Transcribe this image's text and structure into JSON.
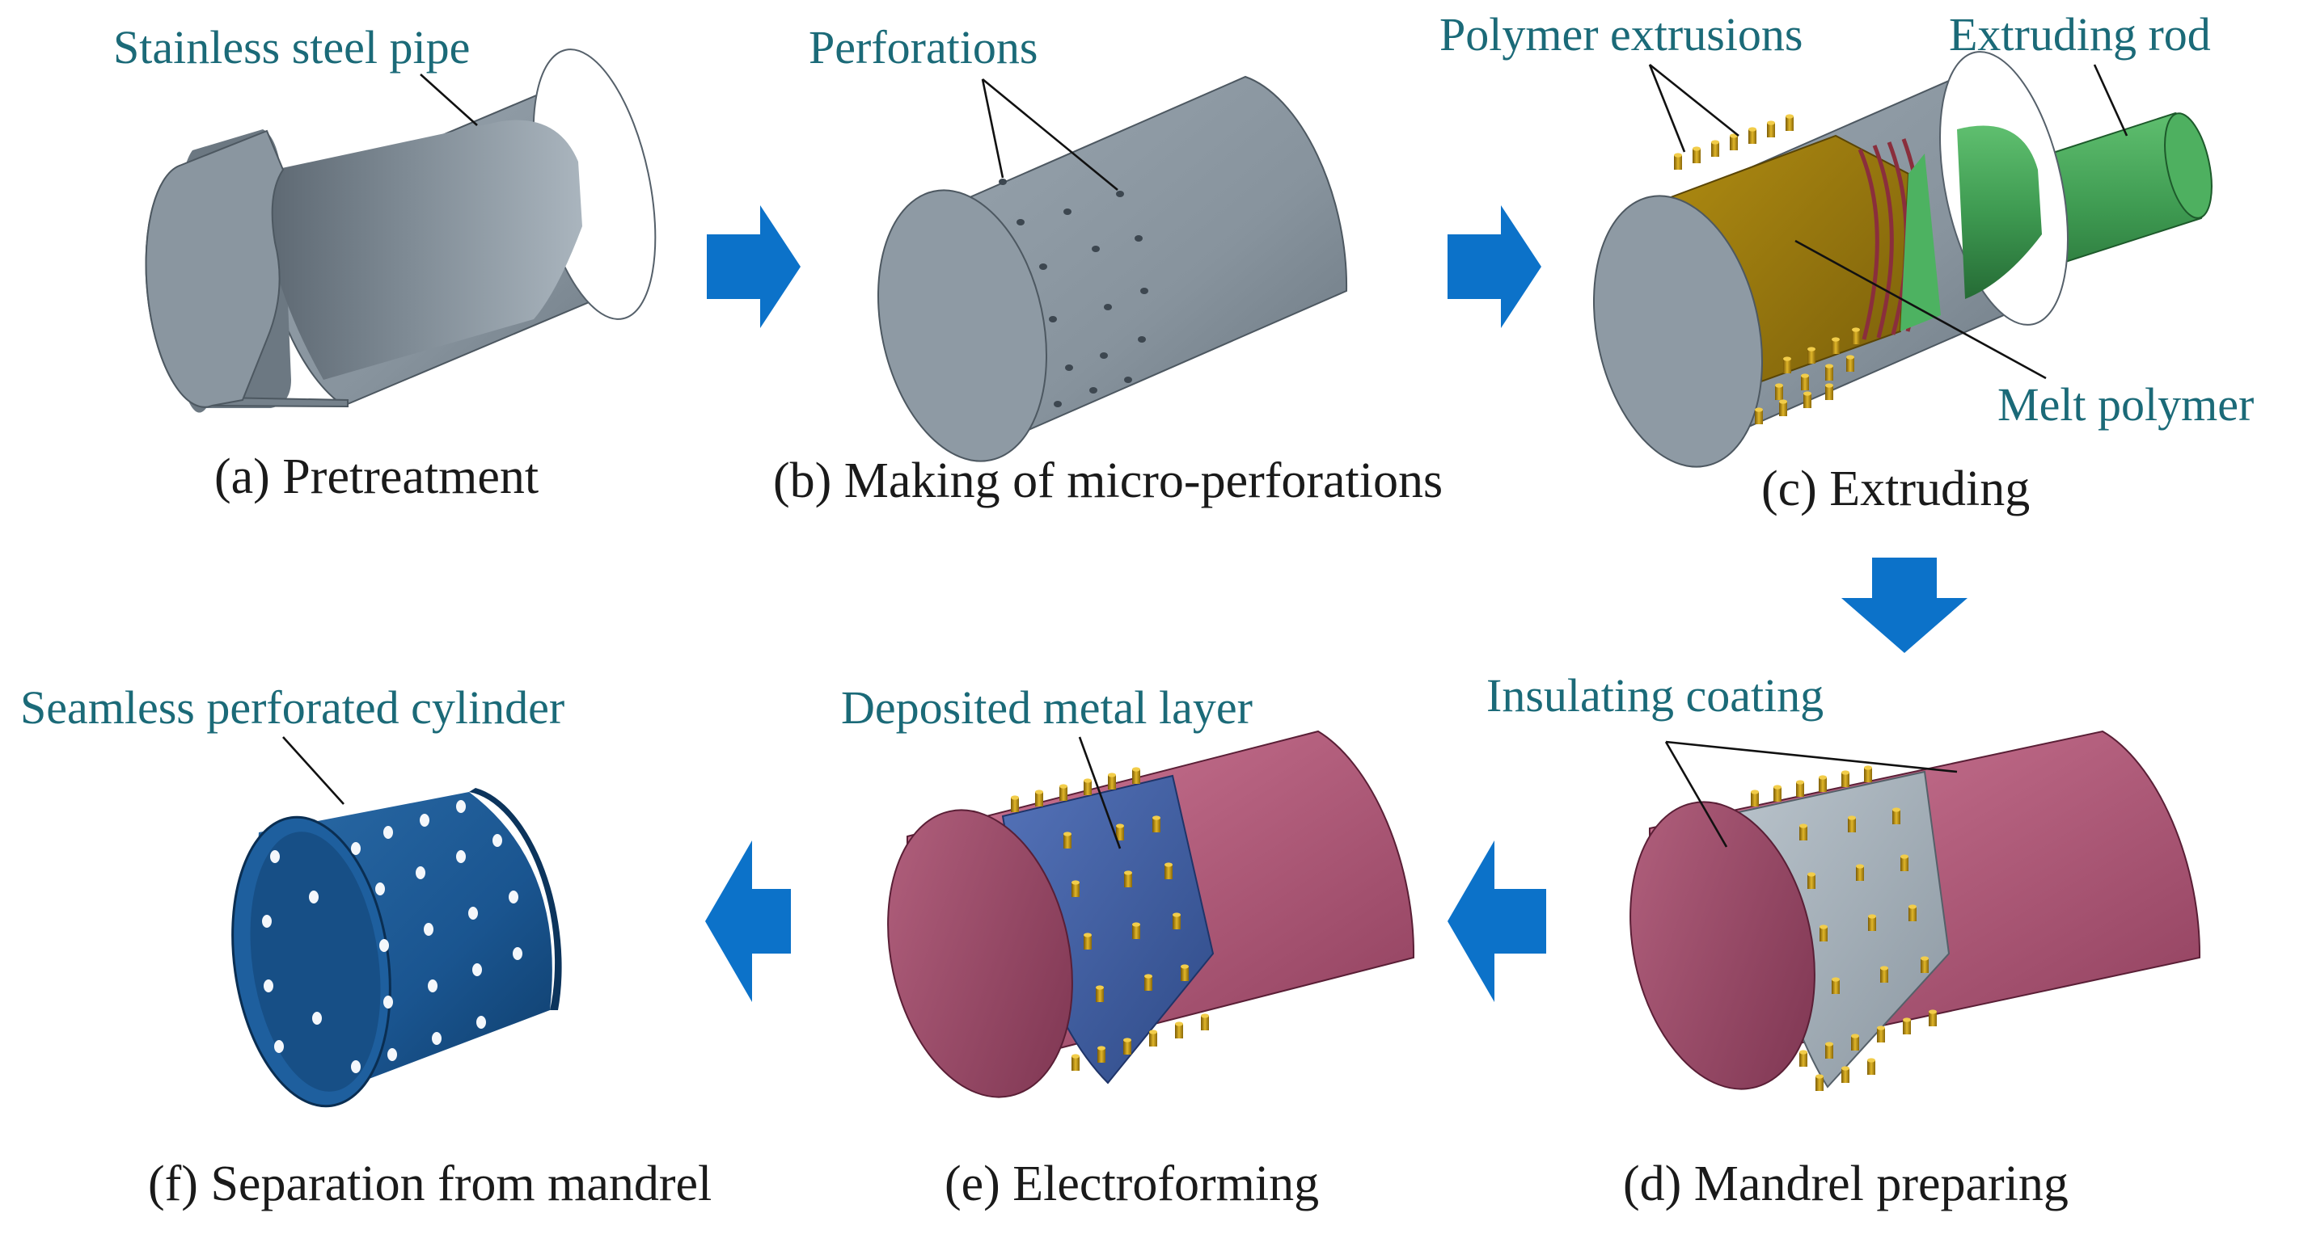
{
  "colors": {
    "callout_text": "#1b6a78",
    "caption_text": "#1a1a1a",
    "arrow": "#0c72c9",
    "steel": "#8e9aa4",
    "polymer": "#9a7a10",
    "rod": "#3f9a52",
    "coating": "#c46a88",
    "deposit": "#3d5fa3",
    "cylinder": "#174f86",
    "extrusion": "#c59a12"
  },
  "steps": {
    "a": {
      "caption": "(a) Pretreatment",
      "callouts": {
        "pipe": "Stainless steel pipe"
      }
    },
    "b": {
      "caption": "(b) Making of micro-perforations",
      "callouts": {
        "perforations": "Perforations"
      }
    },
    "c": {
      "caption": "(c) Extruding",
      "callouts": {
        "extrusions": "Polymer extrusions",
        "rod": "Extruding rod",
        "melt": "Melt polymer"
      }
    },
    "d": {
      "caption": "(d) Mandrel preparing",
      "callouts": {
        "coating": "Insulating coating"
      }
    },
    "e": {
      "caption": "(e) Electroforming",
      "callouts": {
        "deposit": "Deposited metal layer"
      }
    },
    "f": {
      "caption": "(f) Separation from mandrel",
      "callouts": {
        "cylinder": "Seamless perforated cylinder"
      }
    }
  },
  "arrows": [
    {
      "from": "a",
      "to": "b",
      "direction": "right",
      "icon": "arrow-right-icon"
    },
    {
      "from": "b",
      "to": "c",
      "direction": "right",
      "icon": "arrow-right-icon"
    },
    {
      "from": "c",
      "to": "d",
      "direction": "down",
      "icon": "arrow-down-icon"
    },
    {
      "from": "d",
      "to": "e",
      "direction": "left",
      "icon": "arrow-left-icon"
    },
    {
      "from": "e",
      "to": "f",
      "direction": "left",
      "icon": "arrow-left-icon"
    }
  ]
}
